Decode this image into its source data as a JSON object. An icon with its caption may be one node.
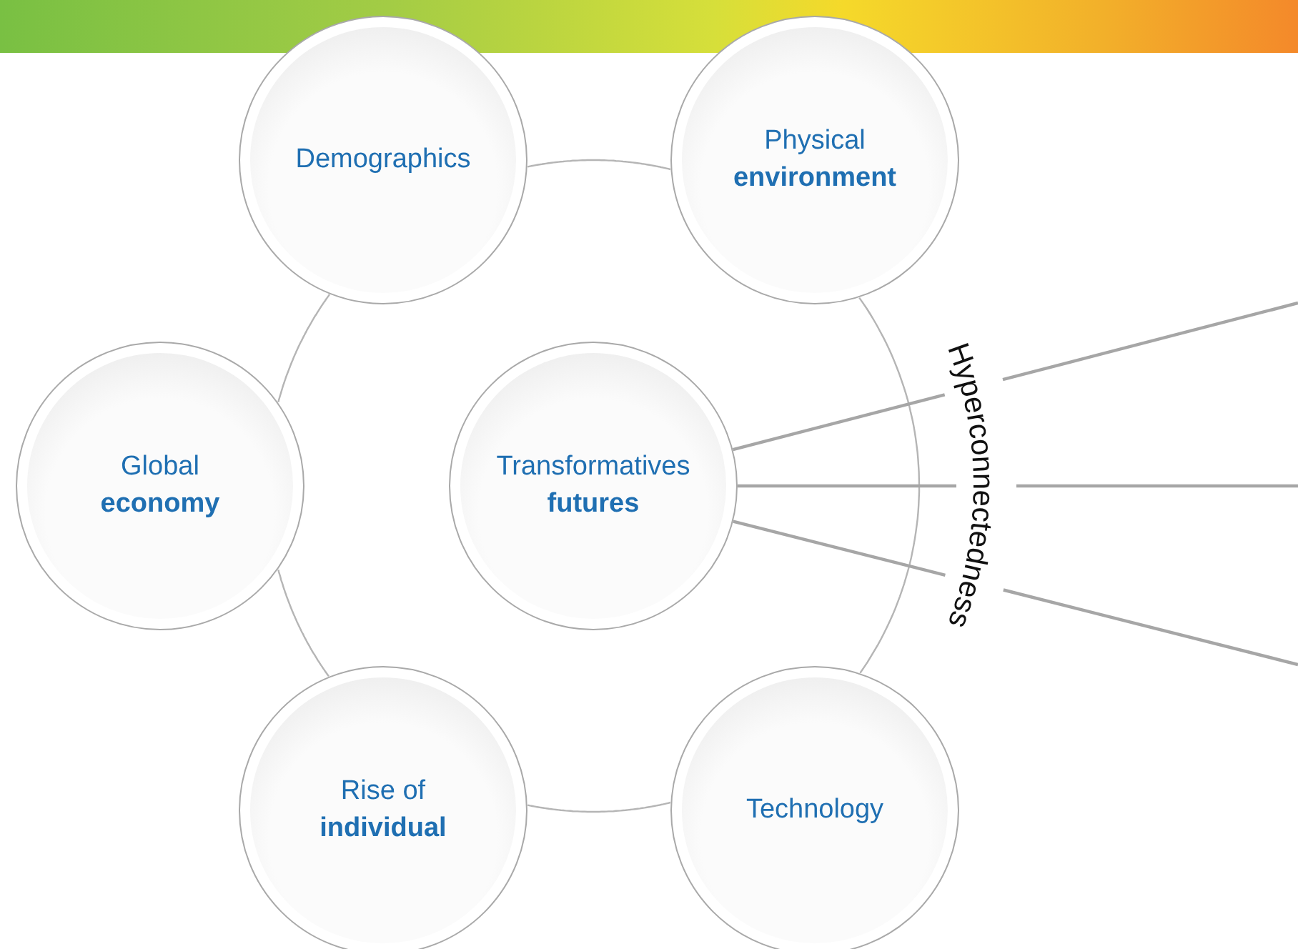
{
  "diagram": {
    "nodes": [
      {
        "text": [
          "Demographics"
        ]
      },
      {
        "text": [
          "Physical **environment**"
        ]
      },
      {
        "text": [
          "Global **economy**"
        ]
      },
      {
        "text": [
          "Transformatives **futures**"
        ]
      },
      {
        "text": [
          "Rise of **individual**"
        ]
      },
      {
        "text": [
          "Technology"
        ]
      }
    ],
    "edges": [
      {
        "from": 0,
        "to": 1,
        "arrow": "none"
      },
      {
        "from": 1,
        "to": 5,
        "arrow": "none",
        "label": "Hyperconnectedness"
      },
      {
        "from": 5,
        "to": 4,
        "arrow": "none"
      },
      {
        "from": 4,
        "to": 2,
        "arrow": "none"
      },
      {
        "from": 2,
        "to": 0,
        "arrow": "none"
      },
      {
        "from": 3,
        "to": null,
        "arrow": "none"
      },
      {
        "from": 3,
        "to": null,
        "arrow": "none"
      },
      {
        "from": 3,
        "to": null,
        "arrow": "none"
      }
    ]
  }
}
